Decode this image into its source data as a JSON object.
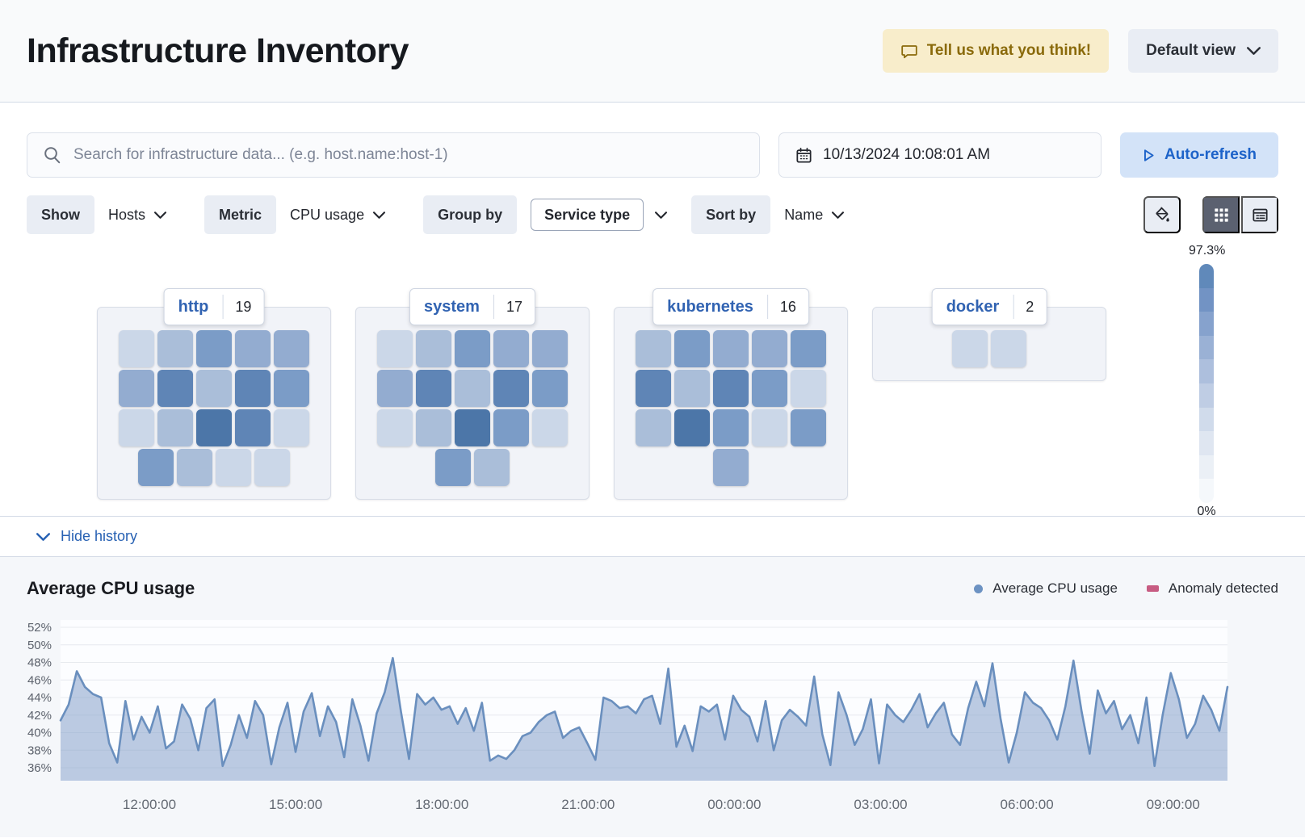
{
  "header": {
    "title": "Infrastructure Inventory",
    "feedback_label": "Tell us what you think!",
    "view_selector_label": "Default view"
  },
  "toolbar": {
    "search_placeholder": "Search for infrastructure data... (e.g. host.name:host-1)",
    "datetime": "10/13/2024 10:08:01 AM",
    "auto_refresh_label": "Auto-refresh"
  },
  "filters": {
    "show_label": "Show",
    "show_value": "Hosts",
    "metric_label": "Metric",
    "metric_value": "CPU usage",
    "group_by_label": "Group by",
    "group_by_value": "Service type",
    "sort_by_label": "Sort by",
    "sort_by_value": "Name"
  },
  "waffle": {
    "legend_max": "97.3%",
    "legend_min": "0%",
    "palette": [
      "#CBD7E8",
      "#AABED9",
      "#93ACD0",
      "#7B9CC7",
      "#5F85B6",
      "#4C76A8"
    ],
    "legend_gradient": [
      "#6089BA",
      "#7293C4",
      "#86A2CD",
      "#9AB1D5",
      "#ADBFDD",
      "#BFCDE4",
      "#D0DBEB",
      "#DFE6F1",
      "#EBF0F6",
      "#F5F8FB"
    ],
    "groups": [
      {
        "name": "http",
        "count": "19",
        "rows": [
          [
            0,
            1,
            3,
            2,
            2
          ],
          [
            2,
            4,
            1,
            4,
            3
          ],
          [
            0,
            1,
            5,
            4,
            0
          ],
          [
            3,
            1,
            0,
            0
          ]
        ]
      },
      {
        "name": "system",
        "count": "17",
        "rows": [
          [
            0,
            1,
            3,
            2,
            2
          ],
          [
            2,
            4,
            1,
            4,
            3
          ],
          [
            0,
            1,
            5,
            3,
            0
          ],
          [
            3,
            1
          ]
        ]
      },
      {
        "name": "kubernetes",
        "count": "16",
        "rows": [
          [
            1,
            3,
            2,
            2,
            3
          ],
          [
            4,
            1,
            4,
            3,
            0
          ],
          [
            1,
            5,
            3,
            0,
            3
          ],
          [
            2
          ]
        ]
      },
      {
        "name": "docker",
        "count": "2",
        "rows": [
          [
            0,
            0
          ]
        ]
      }
    ]
  },
  "history": {
    "toggle_label": "Hide history"
  },
  "chart_data": {
    "type": "area",
    "title": "Average CPU usage",
    "legend": [
      {
        "label": "Average CPU usage",
        "color": "#6C92C2",
        "shape": "circle"
      },
      {
        "label": "Anomaly detected",
        "color": "#C75C82",
        "shape": "rect"
      }
    ],
    "legend_position": "top-right",
    "grid": true,
    "ylim": [
      36,
      52
    ],
    "yticks": [
      "36%",
      "38%",
      "40%",
      "42%",
      "44%",
      "46%",
      "48%",
      "50%",
      "52%"
    ],
    "xticks": [
      "12:00:00",
      "15:00:00",
      "18:00:00",
      "21:00:00",
      "00:00:00",
      "03:00:00",
      "06:00:00",
      "09:00:00"
    ],
    "line_color": "#6A8FBE",
    "fill_color": "rgba(133,160,202,0.55)",
    "anomalies": [],
    "series": [
      {
        "name": "Average CPU usage",
        "values": [
          41.4,
          43.2,
          47.0,
          45.2,
          44.4,
          44.0,
          38.8,
          36.6,
          43.6,
          39.2,
          41.8,
          40.0,
          43.0,
          38.2,
          39.0,
          43.2,
          41.6,
          38.0,
          42.8,
          43.8,
          36.2,
          38.6,
          42.0,
          39.4,
          43.6,
          42.0,
          36.4,
          40.6,
          43.4,
          37.8,
          42.4,
          44.5,
          39.6,
          43.0,
          41.2,
          37.2,
          43.8,
          40.8,
          36.8,
          42.2,
          44.6,
          48.5,
          42.4,
          37.0,
          44.4,
          43.2,
          44.0,
          42.6,
          43.0,
          41.0,
          42.8,
          40.2,
          43.4,
          36.8,
          37.4,
          37.0,
          38.0,
          39.6,
          40.0,
          41.2,
          42.0,
          42.4,
          39.4,
          40.2,
          40.6,
          38.8,
          36.9,
          44.0,
          43.6,
          42.8,
          43.0,
          42.2,
          43.8,
          44.2,
          41.0,
          47.3,
          38.4,
          40.8,
          37.9,
          43.0,
          42.4,
          43.2,
          39.2,
          44.2,
          42.6,
          41.8,
          39.0,
          43.6,
          38.0,
          41.4,
          42.6,
          41.8,
          40.8,
          46.4,
          39.8,
          36.3,
          44.6,
          42.0,
          38.6,
          40.4,
          43.8,
          36.5,
          43.2,
          42.0,
          41.2,
          42.6,
          44.4,
          40.6,
          42.2,
          43.4,
          39.8,
          38.6,
          42.8,
          45.8,
          43.0,
          47.9,
          41.6,
          36.6,
          40.0,
          44.6,
          43.4,
          42.8,
          41.4,
          39.2,
          43.0,
          48.2,
          42.4,
          37.6,
          44.8,
          42.2,
          43.6,
          40.4,
          42.0,
          38.8,
          44.0,
          36.2,
          42.0,
          46.8,
          43.8,
          39.4,
          41.0,
          44.2,
          42.6,
          40.2,
          45.2
        ]
      }
    ]
  }
}
